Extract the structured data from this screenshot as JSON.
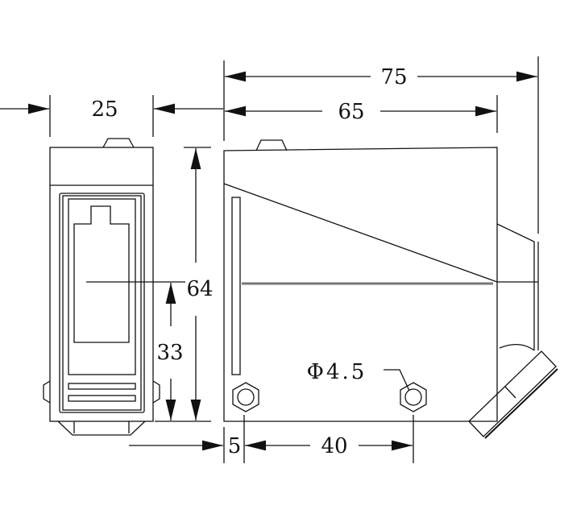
{
  "drawing": {
    "dimensions": {
      "overall_length": "75",
      "body_length": "65",
      "width": "25",
      "height": "64",
      "optical_axis_height": "33",
      "hole_offset": "5",
      "hole_spacing": "40",
      "hole_diameter": "Φ4.5"
    },
    "line_color": "#111111"
  }
}
